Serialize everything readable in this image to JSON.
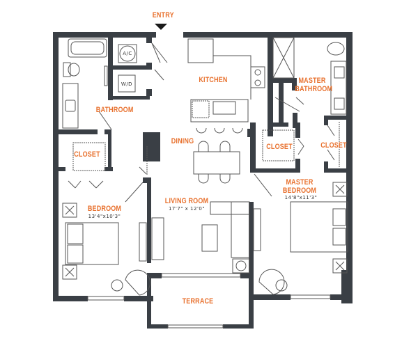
{
  "plan": {
    "entry": "ENTRY",
    "colors": {
      "wall": "#3a3f45",
      "label": "#e8712e",
      "fixture": "#555555",
      "background": "#ffffff"
    },
    "rooms": {
      "bathroom": "BATHROOM",
      "kitchen": "KITCHEN",
      "master_bathroom_line1": "MASTER",
      "master_bathroom_line2": "BATHROOM",
      "closet_left": "CLOSET",
      "dining": "DINING",
      "closet_master": "CLOSET",
      "closet_right": "CLOSET",
      "bedroom": "BEDROOM",
      "bedroom_dim": "13'4\"x10'3\"",
      "living_room": "LIVING ROOM",
      "living_room_dim": "17'7\" x 12'0\"",
      "master_bedroom_line1": "MASTER",
      "master_bedroom_line2": "BEDROOM",
      "master_bedroom_dim": "14'8\"x11'3\"",
      "terrace": "TERRACE"
    },
    "appliances": {
      "ac": "A/C",
      "wd": "W/D"
    }
  }
}
